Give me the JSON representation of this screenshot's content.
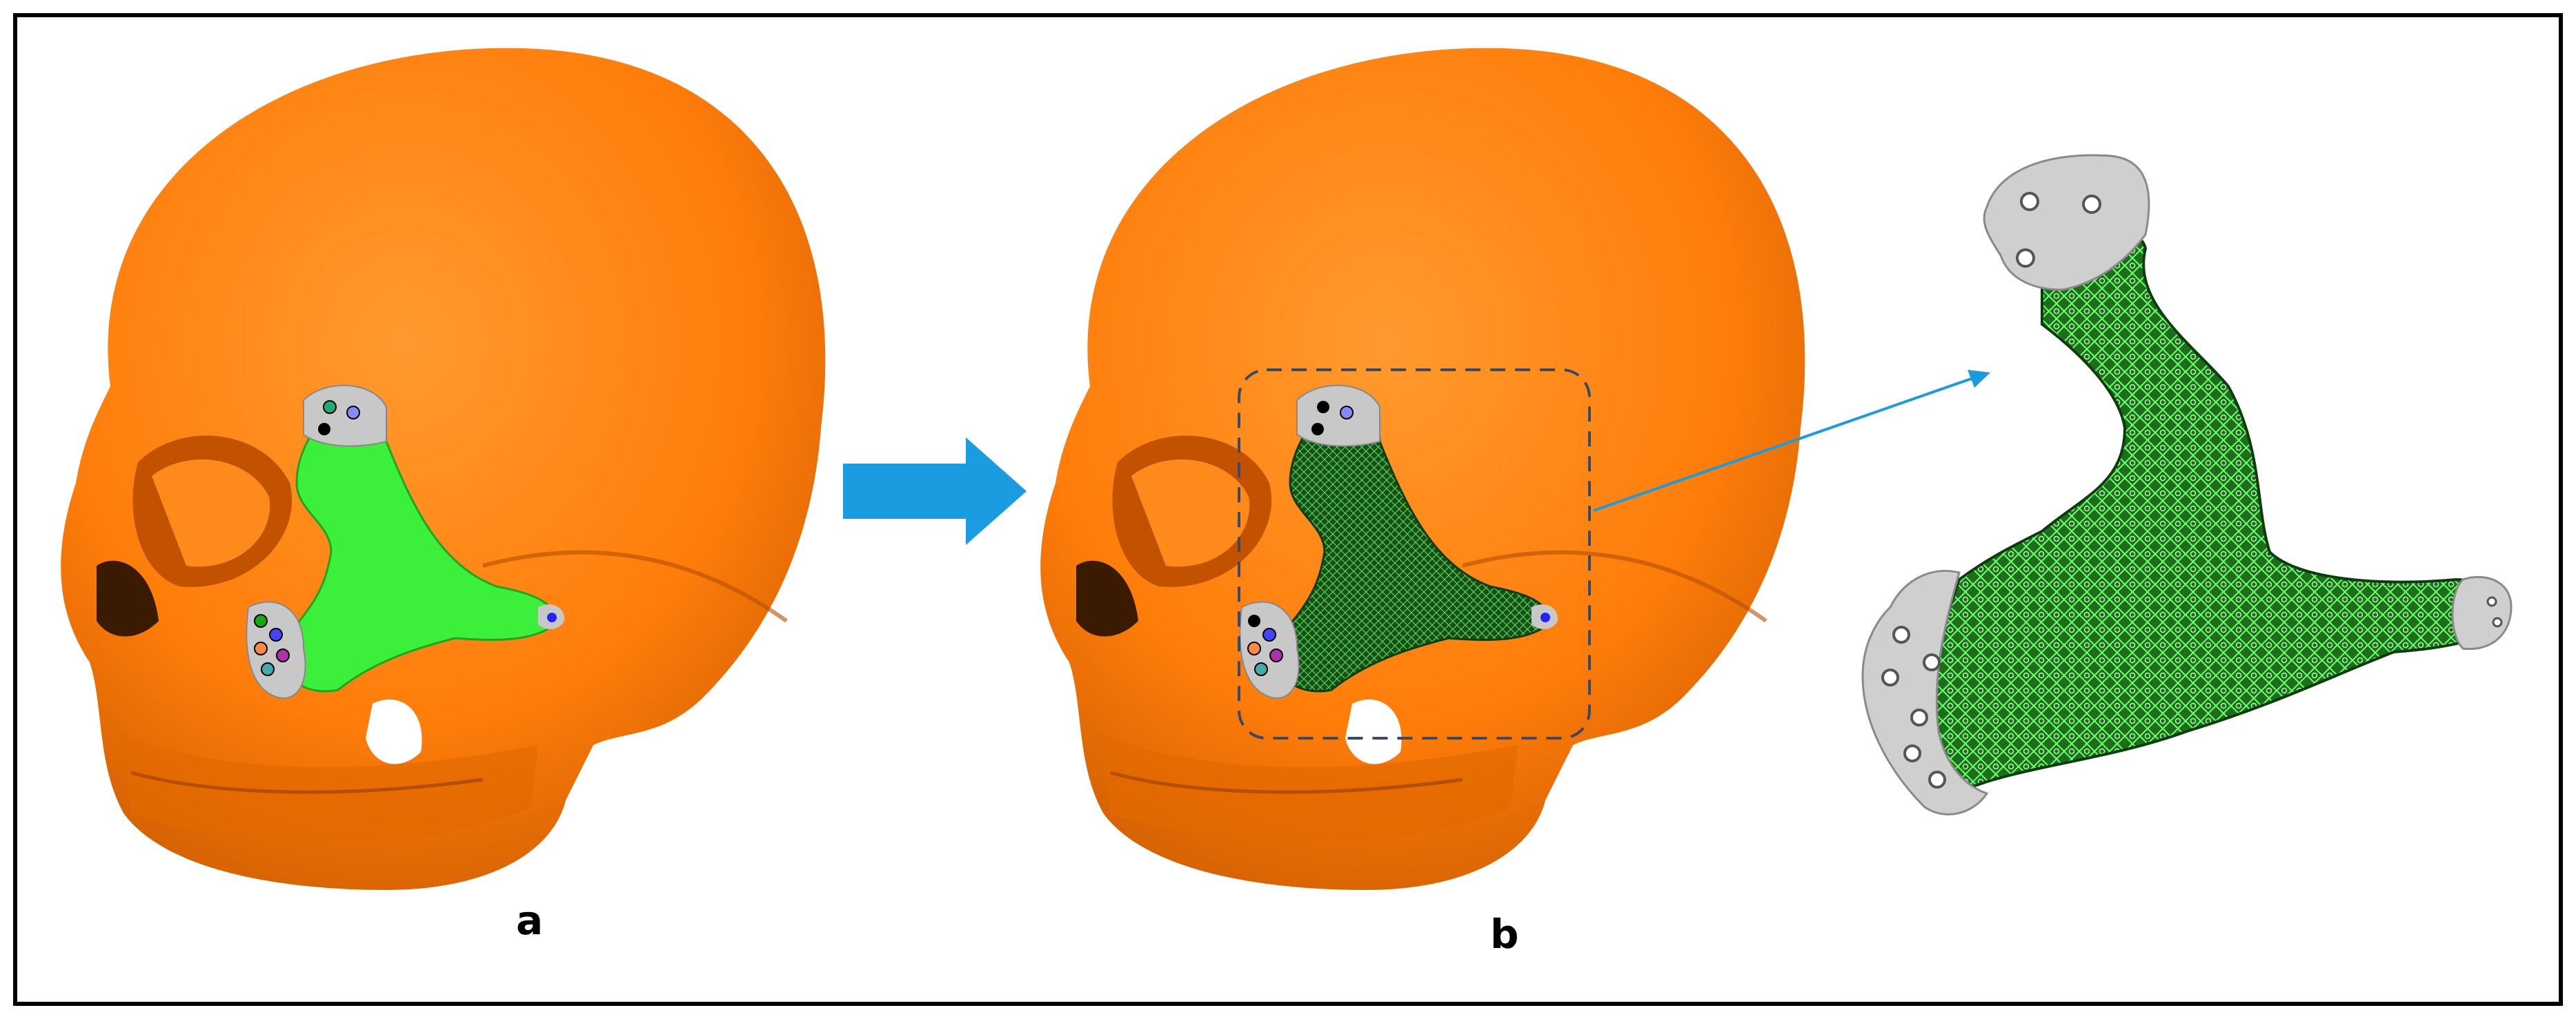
{
  "panels": {
    "a": {
      "label": "a"
    },
    "b": {
      "label": "b"
    }
  },
  "colors": {
    "skull": "#ff7d0a",
    "skull_shade": "#d45f00",
    "implant_solid": "#33ee33",
    "implant_lattice": "#1f7a1f",
    "lattice_line": "#55ff55",
    "fixation_plate": "#c8c8c8",
    "arrow": "#1b9be0",
    "frame": "#000000"
  },
  "icons": {
    "transition": "right-arrow-icon",
    "zoom": "zoom-callout-line"
  }
}
